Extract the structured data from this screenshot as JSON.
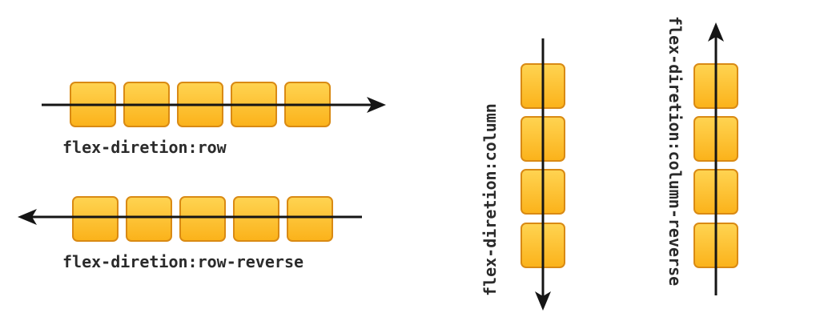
{
  "diagram": {
    "panels": [
      {
        "id": "row",
        "label": "flex-diretion:row",
        "items": 5,
        "direction": "right"
      },
      {
        "id": "row-reverse",
        "label": "flex-diretion:row-reverse",
        "items": 5,
        "direction": "left"
      },
      {
        "id": "column",
        "label": "flex-diretion:column",
        "items": 4,
        "direction": "down"
      },
      {
        "id": "column-reverse",
        "label": "flex-diretion:column-reverse",
        "items": 4,
        "direction": "up"
      }
    ],
    "colors": {
      "box_fill_top": "#ffd452",
      "box_fill_bottom": "#fbb21a",
      "box_stroke": "#d98a14",
      "arrow": "#151515",
      "label": "#2b2b2b"
    }
  }
}
